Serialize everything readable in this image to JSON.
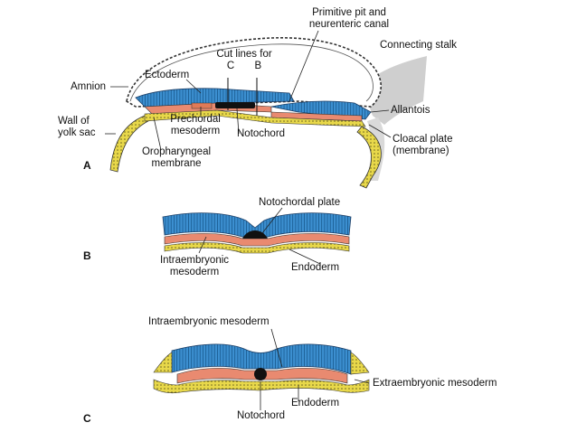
{
  "panels": {
    "a": "A",
    "b": "B",
    "c": "C"
  },
  "labels": {
    "primitive_pit": [
      "Primitive pit and",
      "neurenteric canal"
    ],
    "connecting_stalk": "Connecting stalk",
    "cut_lines": [
      "Cut lines for",
      "C       B"
    ],
    "amnion": "Amnion",
    "ectoderm": "Ectoderm",
    "allantois": "Allantois",
    "wall_yolk_sac": [
      "Wall of",
      "yolk sac"
    ],
    "prechordal_mesoderm": [
      "Prechordal",
      "mesoderm"
    ],
    "notochord_a": "Notochord",
    "oropharyngeal": [
      "Oropharyngeal",
      "membrane"
    ],
    "cloacal_plate": [
      "Cloacal plate",
      "(membrane)"
    ],
    "notochordal_plate": "Notochordal plate",
    "intraembryonic_b": [
      "Intraembryonic",
      "mesoderm"
    ],
    "endoderm_b": "Endoderm",
    "intraembryonic_c": "Intraembryonic mesoderm",
    "extraembryonic": "Extraembryonic mesoderm",
    "endoderm_c": "Endoderm",
    "notochord_c": "Notochord"
  },
  "colors": {
    "ectoderm": "#3c8fd0",
    "ectoderm_stripe": "#1c5f95",
    "mesoderm": "#e98a70",
    "endoderm": "#e8d84a",
    "notochord": "#111111",
    "stalk": "#c9c9c9",
    "outline": "#222222"
  }
}
